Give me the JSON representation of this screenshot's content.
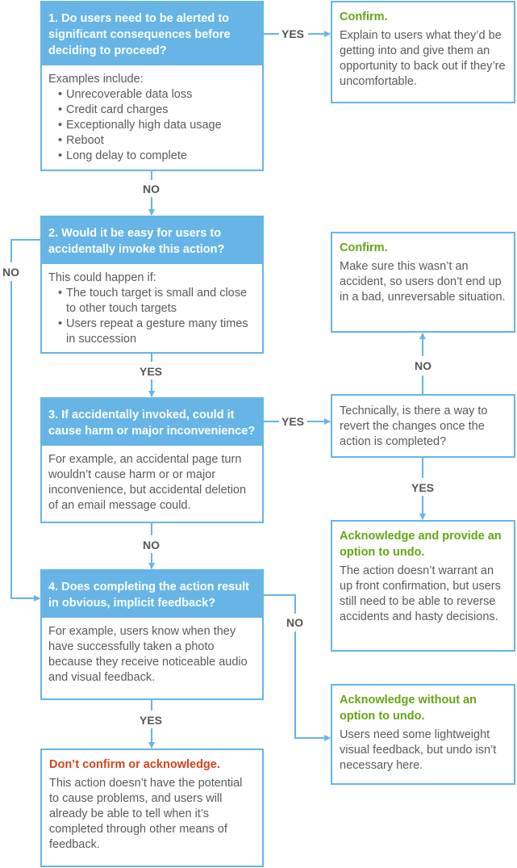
{
  "questions": [
    {
      "title": "1. Do users need to be alerted to significant consequences before deciding to proceed?",
      "intro": "Examples include:",
      "bullets": [
        "Unrecoverable data loss",
        "Credit card charges",
        "Exceptionally high data usage",
        "Reboot",
        "Long delay to complete"
      ]
    },
    {
      "title": "2. Would it be easy for users to accidentally invoke this action?",
      "intro": "This could happen if:",
      "bullets": [
        "The touch target is small and close to other touch targets",
        "Users repeat a gesture many times in succession"
      ]
    },
    {
      "title": "3. If accidentally invoked, could it cause harm or major inconvenience?",
      "text": "For example, an accidental page turn wouldn’t cause harm or or major inconvenience, but accidental deletion of an email message could."
    },
    {
      "title": "4. Does completing the action result in obvious, implicit feedback?",
      "text": "For example, users know when they have successfully taken a photo because they receive noticeable audio and visual feedback."
    }
  ],
  "results": {
    "confirm1": {
      "title": "Confirm.",
      "text": "Explain to users what they’d be getting into and give them an opportunity to back out if they’re uncomfortable."
    },
    "confirm2": {
      "title": "Confirm.",
      "text": "Make sure this wasn’t an accident, so users don’t end up in a bad, unreversable situation."
    },
    "revert_question": {
      "text": "Technically, is there a way to revert the changes once the action is completed?"
    },
    "ack_undo": {
      "title": "Acknowledge and provide an option to undo.",
      "text": "The action doesn’t warrant an up front confirmation, but users still need to be able to reverse accidents and hasty decisions."
    },
    "ack_no_undo": {
      "title": "Acknowledge without an option to undo.",
      "text": "Users need some lightweight visual feedback, but undo isn’t necessary here."
    },
    "dont_confirm": {
      "title": "Don’t confirm or acknowledge.",
      "text": "This action doesn’t have the potential to cause problems, and users will already be able to tell when it’s completed through other means of feedback."
    }
  },
  "labels": {
    "yes_q1": "YES",
    "no_q1": "NO",
    "no_q2_left": "NO",
    "yes_q2": "YES",
    "yes_q3": "YES",
    "no_q3": "NO",
    "no_revert": "NO",
    "yes_revert": "YES",
    "no_q4": "NO",
    "yes_q4": "YES"
  },
  "colors": {
    "accent_blue": "#66b5e6",
    "confirm_green": "#64a514",
    "dont_red": "#d4441b"
  }
}
